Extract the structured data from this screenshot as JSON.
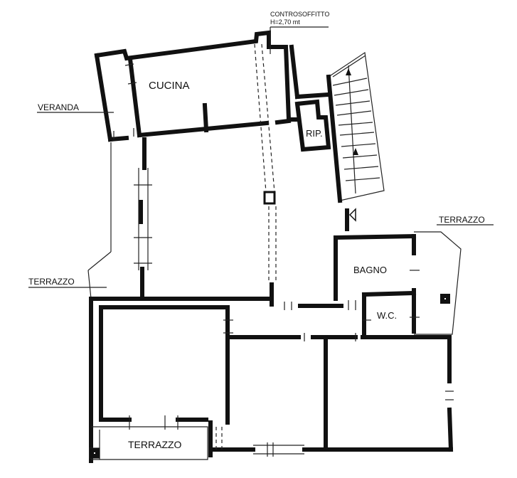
{
  "plan": {
    "note_line1": "CONTROSOFFITTO",
    "note_line2": "H=2,70 mt",
    "rooms": {
      "cucina": "CUCINA",
      "ripostiglio": "RIP.",
      "bagno": "BAGNO",
      "wc": "W.C."
    },
    "outdoor": {
      "veranda": "VERANDA",
      "terrazzo_left": "TERRAZZO",
      "terrazzo_right": "TERRAZZO",
      "terrazzo_bottom": "TERRAZZO"
    }
  }
}
